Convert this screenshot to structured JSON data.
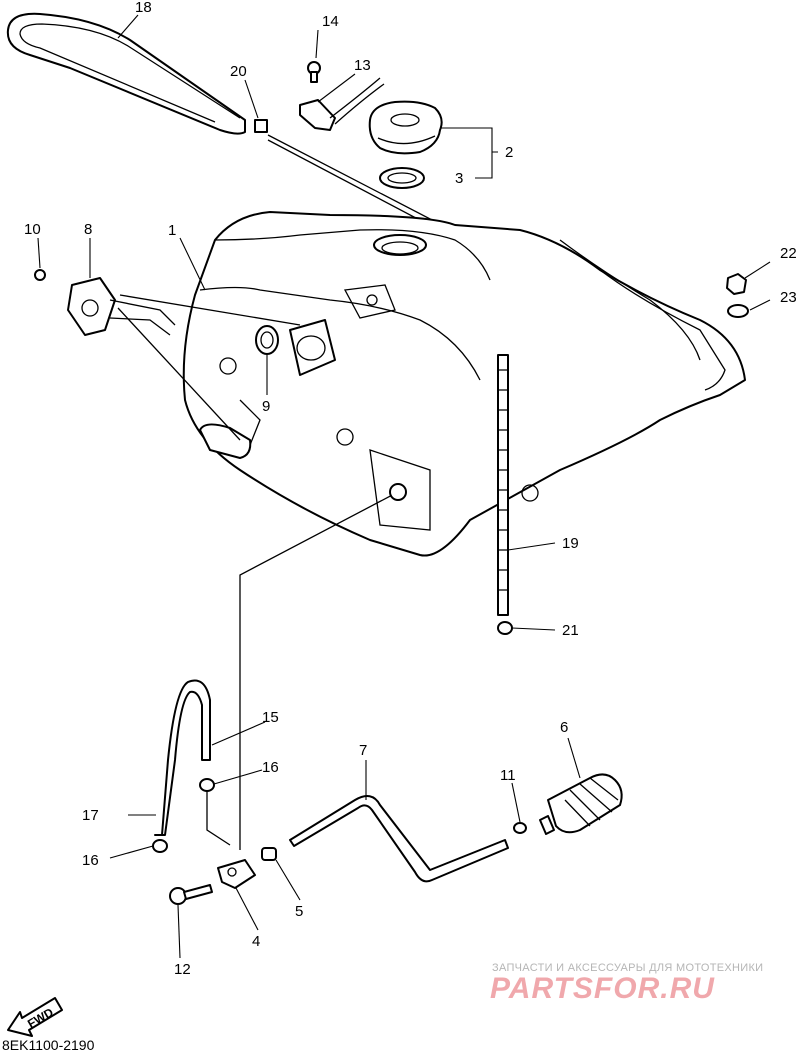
{
  "diagram": {
    "callouts": [
      "1",
      "2",
      "3",
      "4",
      "5",
      "6",
      "7",
      "8",
      "9",
      "10",
      "11",
      "12",
      "13",
      "14",
      "15",
      "16",
      "16",
      "17",
      "18",
      "19",
      "20",
      "21",
      "22",
      "23"
    ],
    "fwd_label": "FWD",
    "drawing_code": "8EK1100-2190"
  },
  "watermark": {
    "tagline": "ЗАПЧАСТИ И АКСЕССУАРЫ ДЛЯ МОТОТЕХНИКИ",
    "brand": "PARTSFOR.RU"
  }
}
